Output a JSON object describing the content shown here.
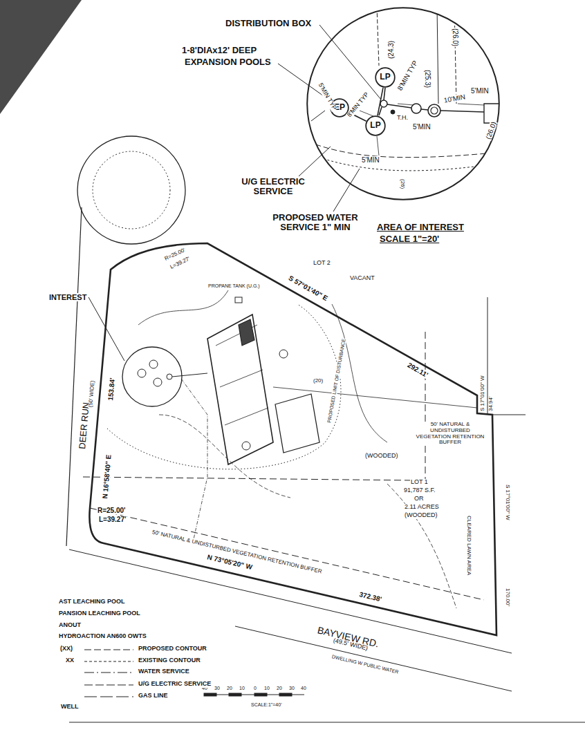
{
  "diagram": {
    "nodes": [
      {
        "text": [
          "AREA OF INTEREST",
          "SCALE 1\"=20'"
        ]
      },
      {
        "text": [
          "EP"
        ],
        "in": 0
      },
      {
        "text": [
          "LP"
        ],
        "in": 0
      },
      {
        "text": [
          "LP"
        ],
        "in": 0
      }
    ],
    "edges": [
      {
        "from": 1,
        "to": 3,
        "arrow": "none"
      },
      {
        "from": 2,
        "to": 3,
        "arrow": "none"
      }
    ],
    "labels": [
      "DISTRIBUTION BOX",
      "1-8'DIAx12' DEEP",
      "EXPANSION POOLS",
      "(24.3)",
      "8'MIN TYP",
      "(26.0)",
      "(25.3)",
      "5'MIN TYP",
      "8'MIN TYP",
      "T.H.",
      "5'MIN",
      "5'MIN",
      "10'MIN",
      "5'MIN",
      "(26.0)",
      "(26)",
      "U/G ELECTRIC SERVICE",
      "PROPOSED WATER SERVICE 1\" MIN",
      "LOT 2",
      "VACANT",
      "PROPANE TANK (U.G.)",
      "S 57°01'40\" E",
      "292.11'",
      "INTEREST",
      "DEER RUN",
      "(50' WIDE)",
      "153.84'",
      "N 16°58'40\" E",
      "R=25.00'",
      "L=39.27'",
      "R=25.00'",
      "L=39.27'",
      "(20)",
      "PROPOSED LIMIT OF DISTURBANCE",
      "(WOODED)",
      "50' NATURAL & UNDISTURBED VEGETATION RETENTION BUFFER",
      "LOT 1",
      "91,787 S.F.",
      "OR",
      "2.11 ACRES",
      "(WOODED)",
      "CLEARED LAWN AREA",
      "50' NATURAL & UNDISTURBED VEGETATION RETENTION BUFFER",
      "N 73°05'20\" W",
      "372.38'",
      "BAYVIEW RD.",
      "(49.5' WIDE)",
      "DWELLING W PUBLIC WATER",
      "S 17°01'00\" W",
      "34.94'",
      "S 17°01'00\" W",
      "170.00'",
      "40",
      "30",
      "20",
      "10",
      "0",
      "10",
      "20",
      "30",
      "40",
      "SCALE:1\"=40'",
      "(XX)",
      "XX"
    ],
    "legend": [
      {
        "text": "AST LEACHING POOL"
      },
      {
        "text": "PANSION LEACHING POOL"
      },
      {
        "text": "ANOUT"
      },
      {
        "text": "HYDROACTION AN600 OWTS"
      },
      {
        "text": "PROPOSED CONTOUR"
      },
      {
        "text": "EXISTING CONTOUR"
      },
      {
        "text": "WATER SERVICE"
      },
      {
        "text": "U/G ELECTRIC SERVICE"
      },
      {
        "text": "GAS LINE"
      },
      {
        "text": "WELL"
      }
    ]
  }
}
